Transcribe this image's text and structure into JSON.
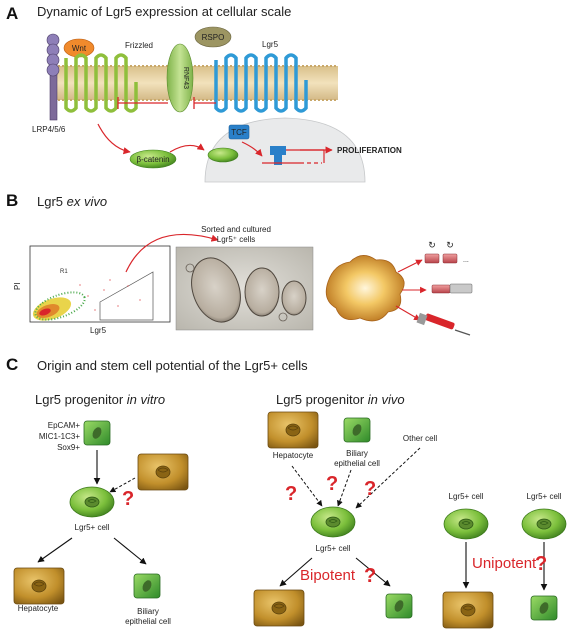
{
  "panel_a": {
    "letter": "A",
    "title": "Dynamic of Lgr5 expression at cellular scale",
    "wnt": "Wnt",
    "frizzled": "Frizzled",
    "rspo": "RSPO",
    "lgr5": "Lgr5",
    "rnf43": "RNF43",
    "lrp": "LRP4/5/6",
    "beta_catenin": "β-catenin",
    "tcf": "TCF",
    "proliferation": "PROLIFERATION"
  },
  "panel_b": {
    "letter": "B",
    "title_main": "Lgr5",
    "title_italic": "ex vivo",
    "flow_y": "PI",
    "flow_x": "Lgr5",
    "caption_line1": "Sorted and cultured",
    "caption_line2": "Lgr5⁺ cells",
    "dots": "..."
  },
  "panel_c": {
    "letter": "C",
    "title": "Origin and stem cell potential of the Lgr5+ cells",
    "invitro_main": "Lgr5 progenitor",
    "invitro_italic": "in vitro",
    "invivo_main": "Lgr5 progenitor",
    "invivo_italic": "in vivo",
    "markers": [
      "EpCAM+",
      "MIC1-1C3+",
      "Sox9+"
    ],
    "lgr5_cell": "Lgr5+ cell",
    "hepatocyte": "Hepatocyte",
    "biliary_line1": "Biliary",
    "biliary_line2": "epithelial cell",
    "other_cell": "Other cell",
    "question": "?",
    "bipotent": "Bipotent",
    "unipotent": "Unipotent"
  }
}
